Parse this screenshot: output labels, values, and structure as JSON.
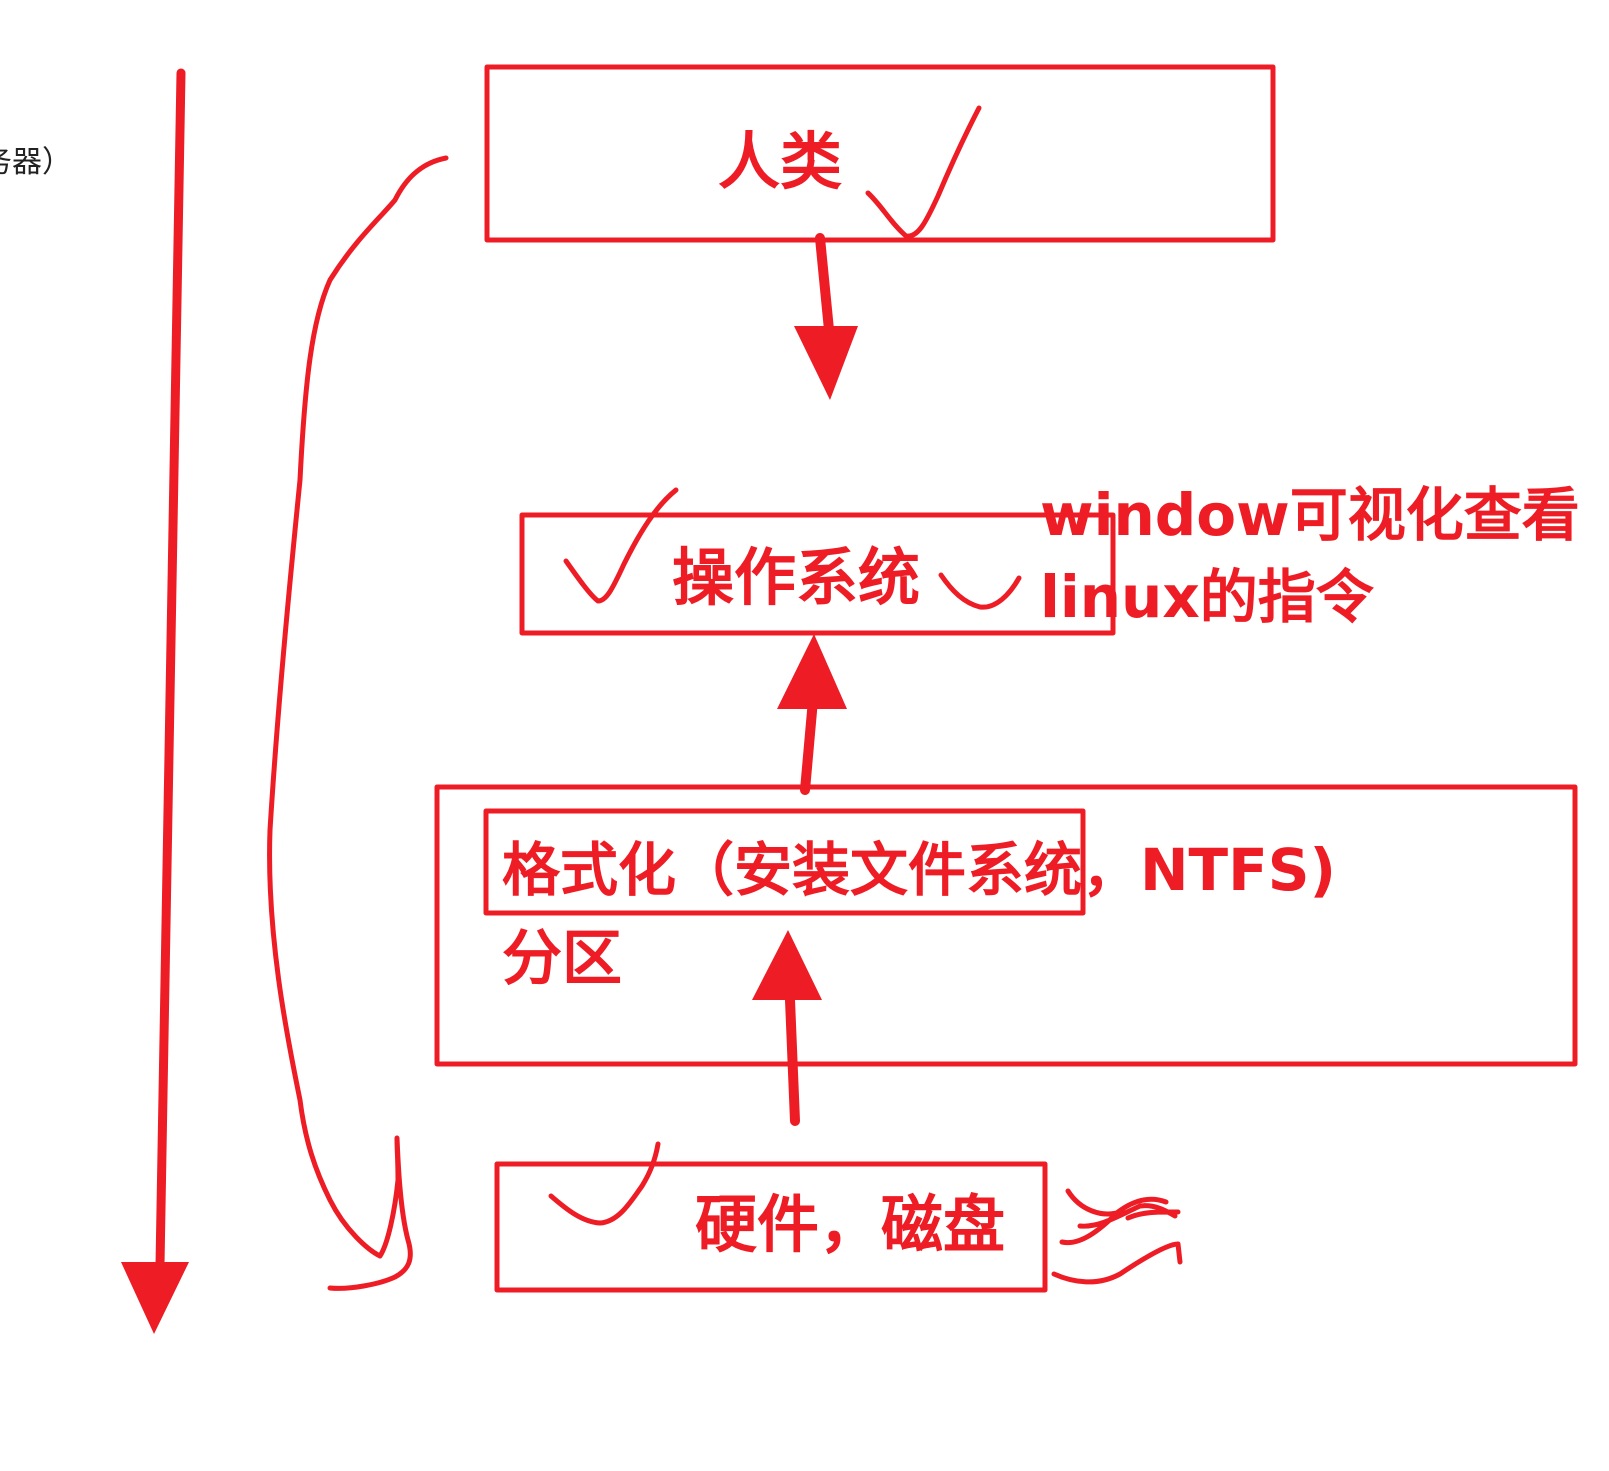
{
  "stray_text": {
    "top_fragment": "务器）",
    "bottom_fragment": "）"
  },
  "nodes": {
    "human": "人类",
    "os": "操作系统",
    "os_note_line1": "window可视化查看",
    "os_note_line2": "linux的指令",
    "format": "格式化（安装文件系统，NTFS)",
    "partition": "分区",
    "hardware": "硬件，磁盘"
  },
  "colors": {
    "ink": "#ee1c25",
    "stray_text": "#222222",
    "background": "#ffffff"
  }
}
